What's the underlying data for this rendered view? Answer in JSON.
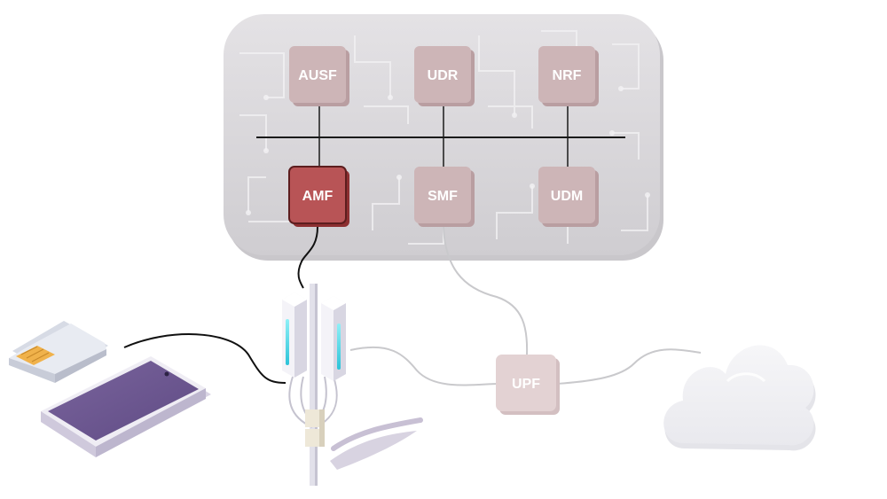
{
  "core": {
    "nodes": {
      "ausf": "AUSF",
      "udr": "UDR",
      "nrf": "NRF",
      "amf": "AMF",
      "smf": "SMF",
      "udm": "UDM"
    }
  },
  "upf": {
    "label": "UPF"
  },
  "colors": {
    "core_bg": "#d9d7da",
    "nf_box": "#cdb5b7",
    "amf_box": "#b85456",
    "upf_box": "#e3d2d3",
    "phone_screen": "#6f5a92",
    "sim_chip": "#f0b24b",
    "cloud": "#f1f1f3",
    "antenna": "#e9e8f1",
    "antenna_glow": "#4fd6e6"
  }
}
